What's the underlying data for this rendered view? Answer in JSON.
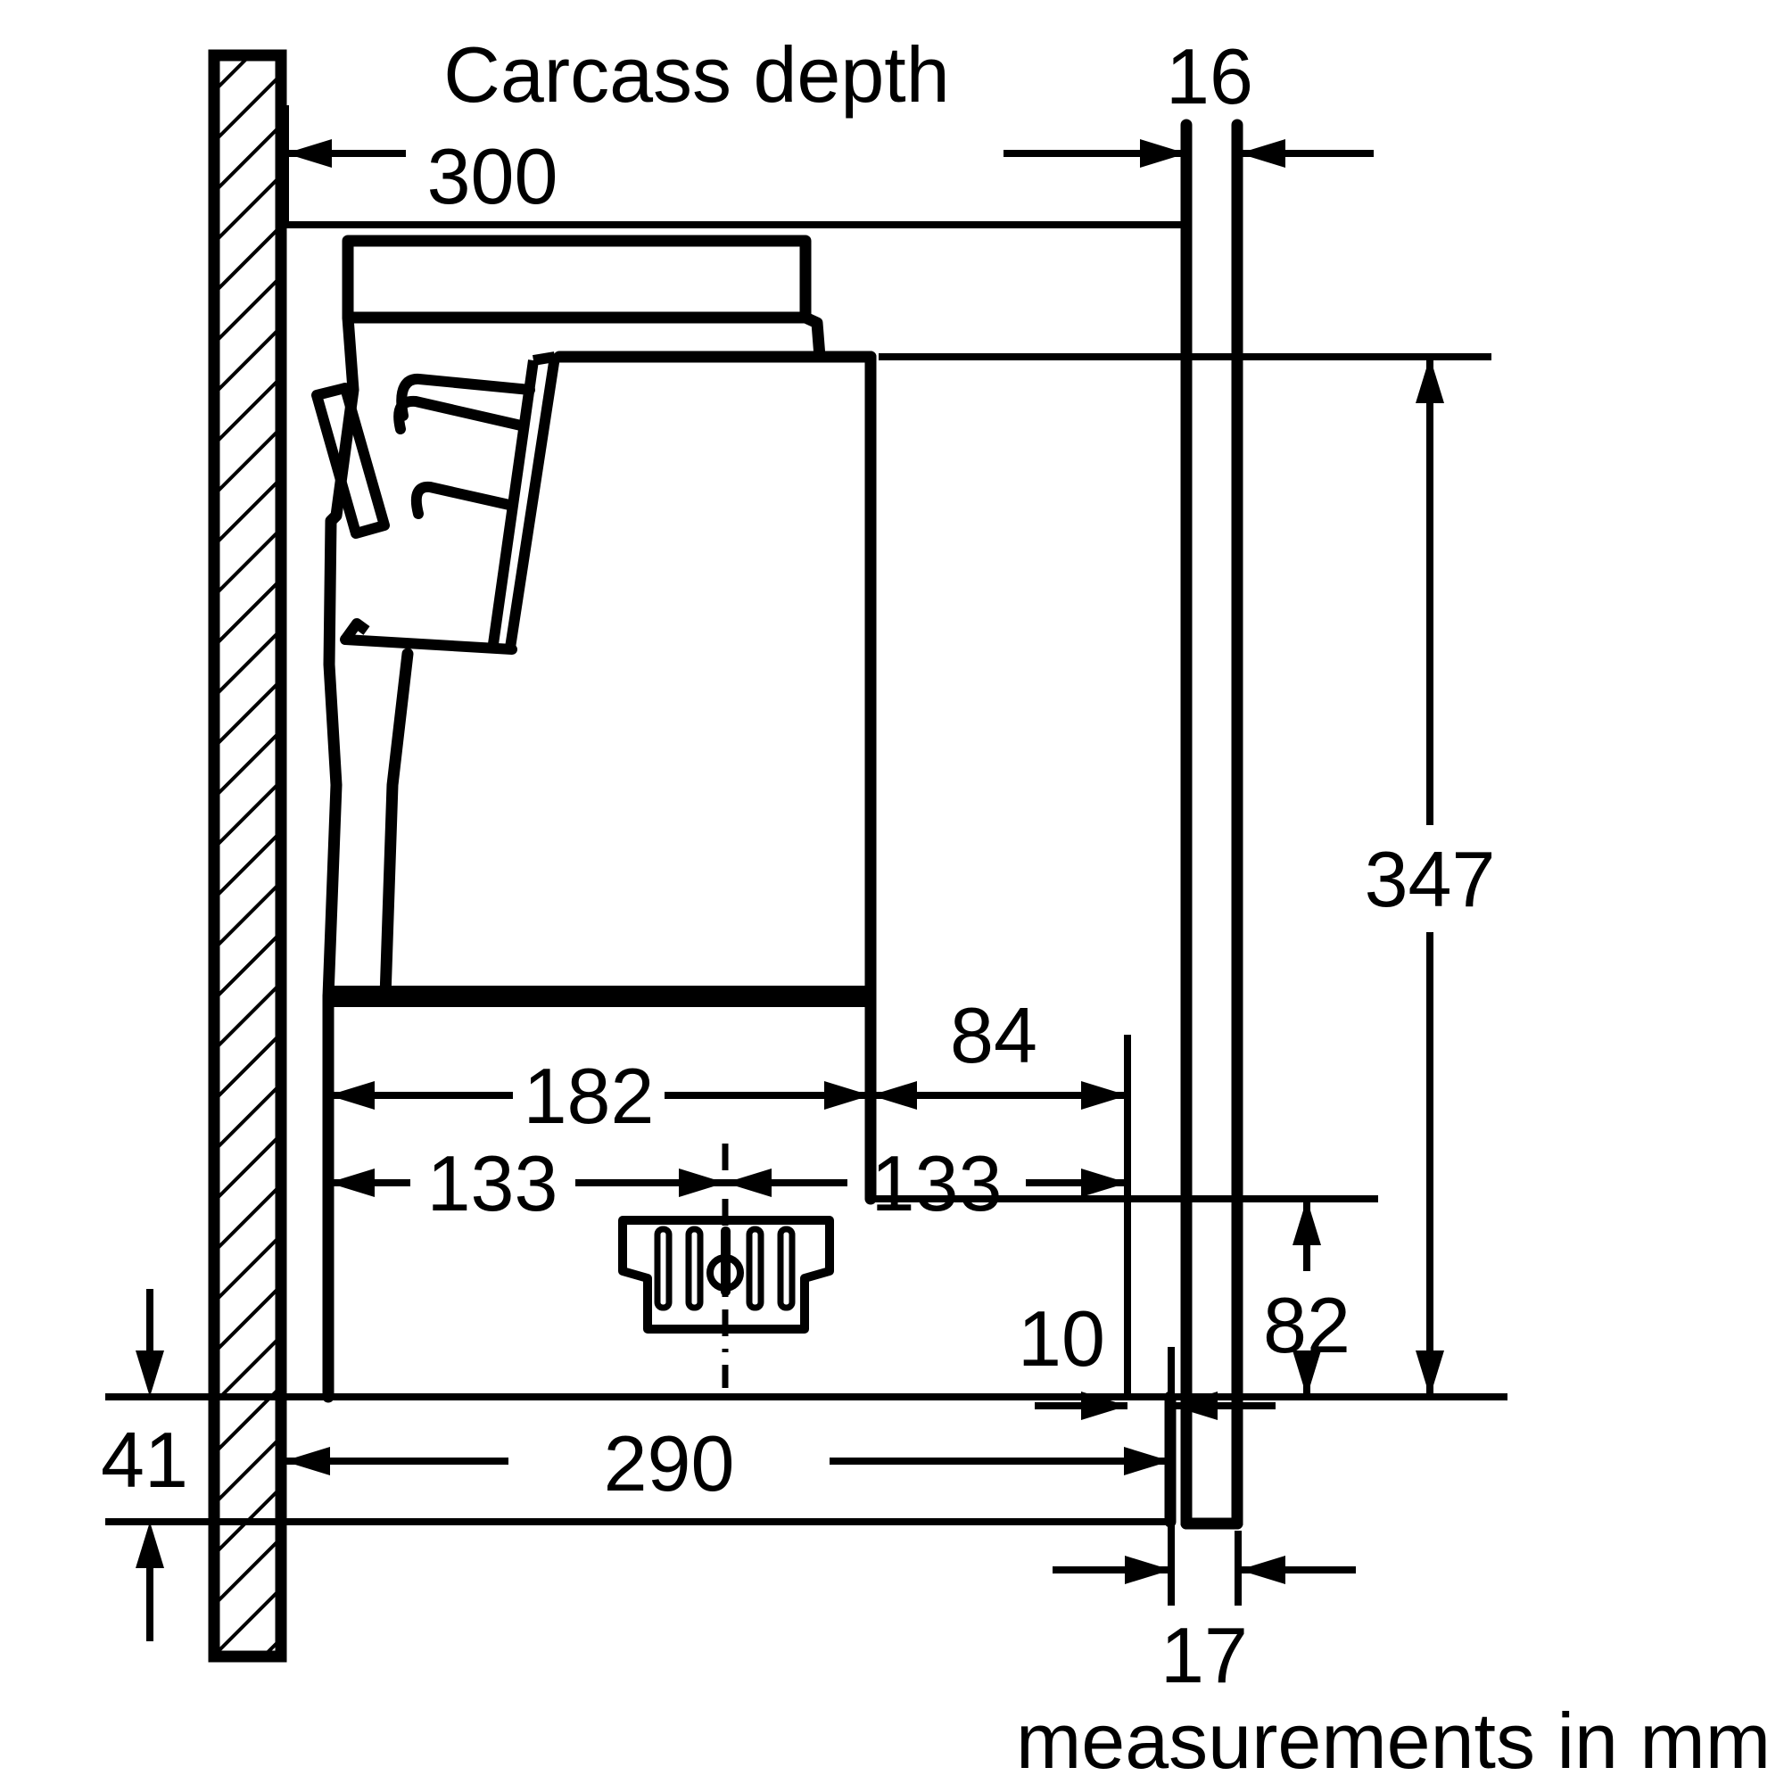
{
  "diagram": {
    "type": "appliance-installation-dimension-drawing",
    "unit_note": "measurements in mm",
    "labels": {
      "carcass_depth_title": "Carcass depth"
    },
    "dimensions": {
      "carcass_depth": "300",
      "panel_thickness_top": "16",
      "niche_height": "347",
      "body_depth": "182",
      "centre_offset_left": "133",
      "centre_offset_right": "133",
      "step_depth": "84",
      "front_gap": "10",
      "lower_section_height": "82",
      "pullout_depth": "290",
      "visor_height": "41",
      "panel_overlap_bottom": "17"
    },
    "colors": {
      "ink": "#000000",
      "background": "#ffffff"
    }
  }
}
